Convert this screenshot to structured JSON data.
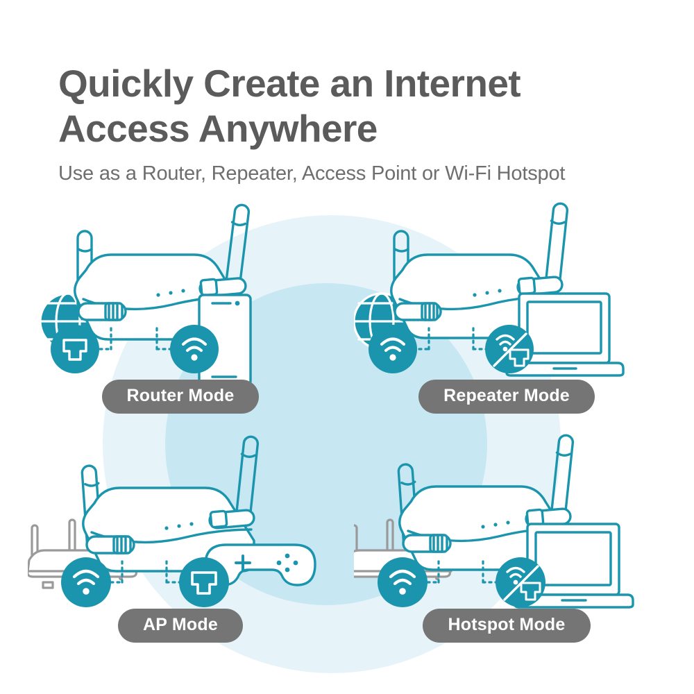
{
  "header": {
    "headline": "Quickly Create an Internet\nAccess Anywhere",
    "subhead": "Use as a Router, Repeater, Access Point or Wi-Fi Hotspot"
  },
  "colors": {
    "teal": "#1b95ad",
    "teal_dark": "#1785a0",
    "gray_text": "#5b5b5b",
    "gray_subtext": "#6e6e6e",
    "pill_gray": "#757575",
    "bg_circle_outer": "#e6f4fa",
    "bg_circle_inner": "#c7e7f3",
    "white": "#ffffff",
    "device_gray": "#9a9a9a"
  },
  "panels": [
    {
      "id": "router-mode",
      "label": "Router Mode",
      "source_icon": "globe-icon",
      "left_badge": "lan-port-icon",
      "right_badge": "wifi-icon",
      "client_icon": "smartphone-icon"
    },
    {
      "id": "repeater-mode",
      "label": "Repeater Mode",
      "source_icon": "globe-icon",
      "left_badge": "wifi-icon",
      "right_badge": "wifi-lan-icon",
      "client_icon": "laptop-icon"
    },
    {
      "id": "ap-mode",
      "label": "AP Mode",
      "source_icon": "gray-router-icon",
      "left_badge": "wifi-icon",
      "right_badge": "lan-port-icon",
      "client_icon": "gamepad-icon"
    },
    {
      "id": "hotspot-mode",
      "label": "Hotspot Mode",
      "source_icon": "gray-router-icon",
      "left_badge": "wifi-icon",
      "right_badge": "wifi-lan-icon",
      "client_icon": "laptop-icon"
    }
  ]
}
